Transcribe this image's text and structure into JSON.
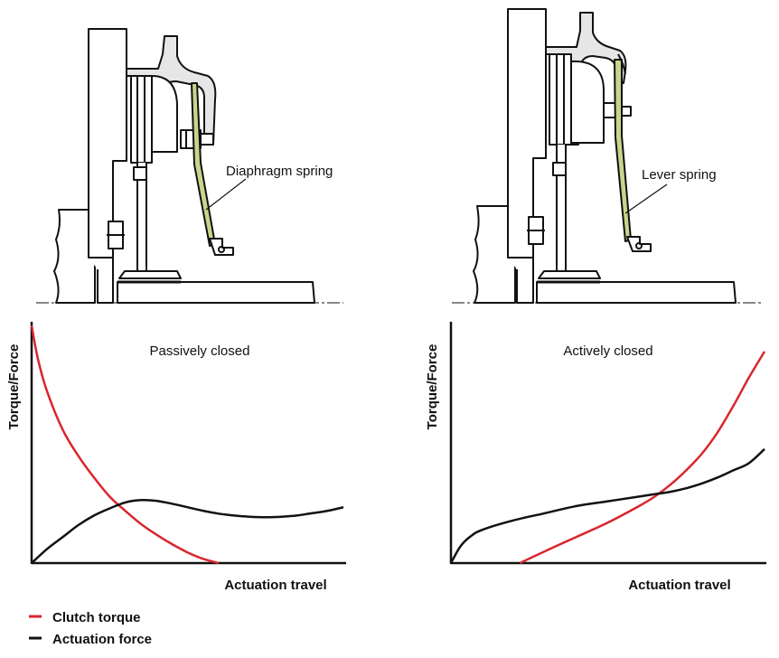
{
  "colors": {
    "clutch_torque": "#d9262e",
    "actuation_force": "#111111",
    "spring": "#c8d58c",
    "housing_fill": "#ffffff",
    "cover_fill": "#e6e6e6",
    "outline": "#111111"
  },
  "labels": {
    "diaphragm_spring": "Diaphragm spring",
    "lever_spring": "Lever spring"
  },
  "legend": {
    "clutch_torque": "Clutch torque",
    "actuation_force": "Actuation force"
  },
  "chart_data": [
    {
      "type": "line",
      "title": "Passively closed",
      "xlabel": "Actuation travel",
      "ylabel": "Torque/Force",
      "series": [
        {
          "name": "Clutch torque",
          "color": "#d9262e",
          "x": [
            0,
            0.02,
            0.05,
            0.1,
            0.15,
            0.2,
            0.25,
            0.3,
            0.35,
            0.4,
            0.45,
            0.5,
            0.55,
            0.6
          ],
          "y": [
            1.0,
            0.86,
            0.72,
            0.56,
            0.45,
            0.36,
            0.28,
            0.22,
            0.165,
            0.12,
            0.08,
            0.045,
            0.018,
            0
          ]
        },
        {
          "name": "Actuation force",
          "color": "#111111",
          "x": [
            0,
            0.05,
            0.1,
            0.15,
            0.2,
            0.25,
            0.3,
            0.35,
            0.4,
            0.45,
            0.5,
            0.55,
            0.6,
            0.65,
            0.7,
            0.75,
            0.8,
            0.85,
            0.9,
            0.95,
            1.0
          ],
          "y": [
            0,
            0.06,
            0.11,
            0.16,
            0.2,
            0.23,
            0.255,
            0.265,
            0.262,
            0.25,
            0.235,
            0.22,
            0.208,
            0.2,
            0.195,
            0.193,
            0.195,
            0.2,
            0.21,
            0.22,
            0.235
          ]
        }
      ]
    },
    {
      "type": "line",
      "title": "Actively closed",
      "xlabel": "Actuation travel",
      "ylabel": "Torque/Force",
      "series": [
        {
          "name": "Clutch torque",
          "color": "#d9262e",
          "x": [
            0.22,
            0.3,
            0.4,
            0.5,
            0.6,
            0.65,
            0.7,
            0.75,
            0.8,
            0.85,
            0.9,
            0.95,
            1.0
          ],
          "y": [
            0,
            0.05,
            0.11,
            0.17,
            0.24,
            0.28,
            0.33,
            0.39,
            0.46,
            0.55,
            0.66,
            0.78,
            0.89
          ]
        },
        {
          "name": "Actuation force",
          "color": "#111111",
          "x": [
            0,
            0.03,
            0.06,
            0.1,
            0.2,
            0.3,
            0.4,
            0.5,
            0.6,
            0.65,
            0.7,
            0.75,
            0.8,
            0.85,
            0.9,
            0.95,
            1.0
          ],
          "y": [
            0,
            0.07,
            0.11,
            0.14,
            0.18,
            0.21,
            0.24,
            0.26,
            0.28,
            0.29,
            0.3,
            0.315,
            0.335,
            0.36,
            0.39,
            0.42,
            0.48
          ]
        }
      ]
    }
  ]
}
